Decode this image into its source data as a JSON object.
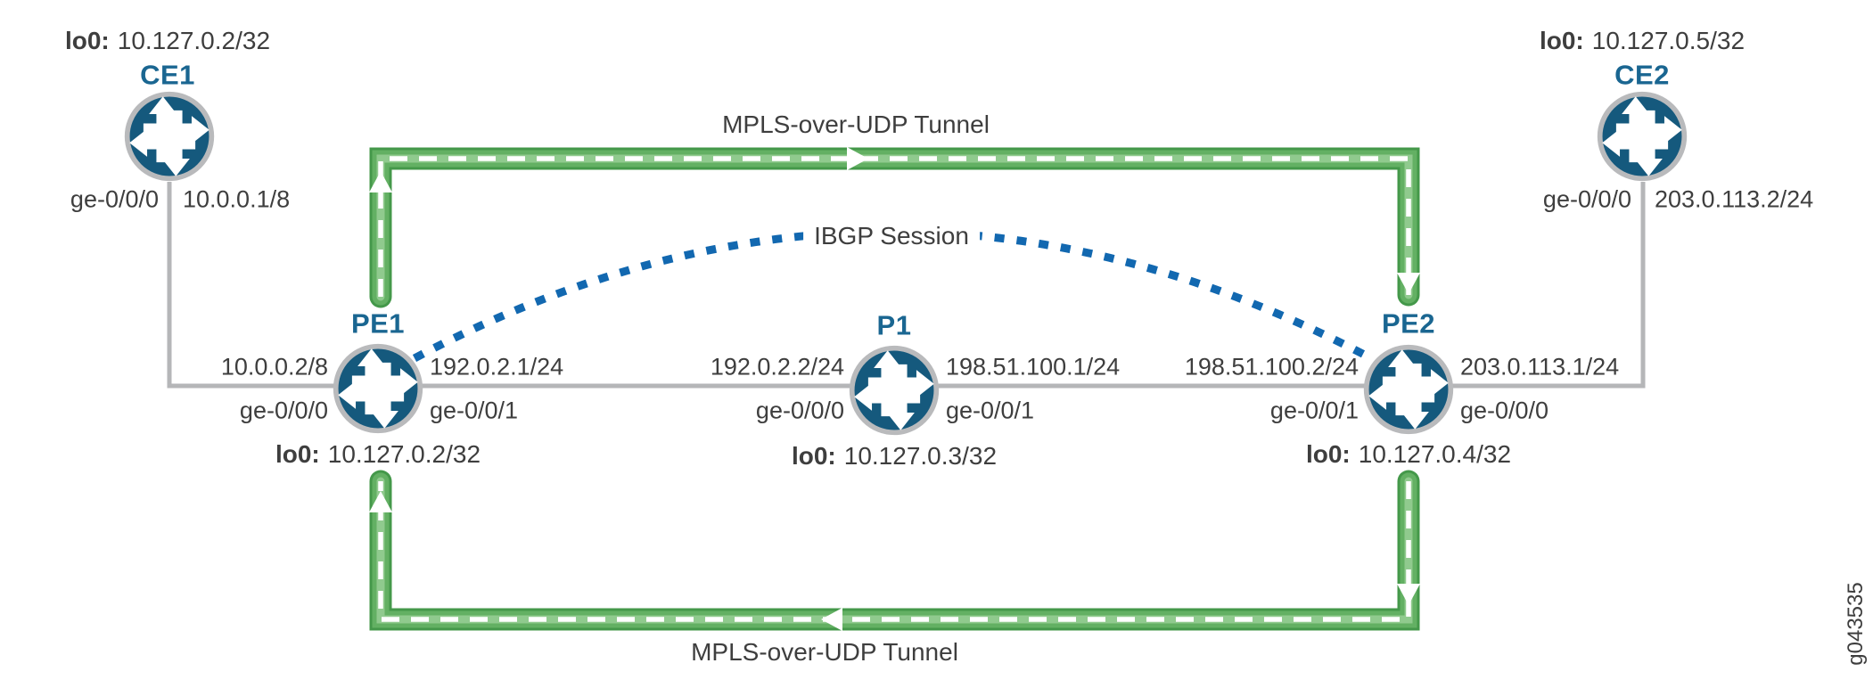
{
  "figure": {
    "id": "g043535"
  },
  "tunnel_top": {
    "label": "MPLS-over-UDP Tunnel",
    "direction": "PE1-to-PE2"
  },
  "tunnel_bottom": {
    "label": "MPLS-over-UDP Tunnel",
    "direction": "PE2-to-PE1"
  },
  "ibgp": {
    "label": "IBGP Session"
  },
  "routers": {
    "ce1": {
      "name": "CE1",
      "lo0_label": "lo0:",
      "lo0": "10.127.0.2/32",
      "iface": "ge-0/0/0",
      "addr": "10.0.0.1/8"
    },
    "ce2": {
      "name": "CE2",
      "lo0_label": "lo0:",
      "lo0": "10.127.0.5/32",
      "iface": "ge-0/0/0",
      "addr": "203.0.113.2/24"
    },
    "pe1": {
      "name": "PE1",
      "lo0_label": "lo0:",
      "lo0": "10.127.0.2/32",
      "left_addr": "10.0.0.2/8",
      "left_iface": "ge-0/0/0",
      "right_addr": "192.0.2.1/24",
      "right_iface": "ge-0/0/1"
    },
    "p1": {
      "name": "P1",
      "lo0_label": "lo0:",
      "lo0": "10.127.0.3/32",
      "left_addr": "192.0.2.2/24",
      "left_iface": "ge-0/0/0",
      "right_addr": "198.51.100.1/24",
      "right_iface": "ge-0/0/1"
    },
    "pe2": {
      "name": "PE2",
      "lo0_label": "lo0:",
      "lo0": "10.127.0.4/32",
      "left_addr": "198.51.100.2/24",
      "left_iface": "ge-0/0/1",
      "right_addr": "203.0.113.1/24",
      "right_iface": "ge-0/0/0"
    }
  },
  "colors": {
    "router_fill": "#15597d",
    "router_ring": "#b9babc",
    "router_name_text": "#1a6691",
    "label_text": "#3e3e3e",
    "tunnel_green": "#54a757",
    "ibgp_blue": "#1268b0",
    "link_gray": "#b5b6b8"
  }
}
